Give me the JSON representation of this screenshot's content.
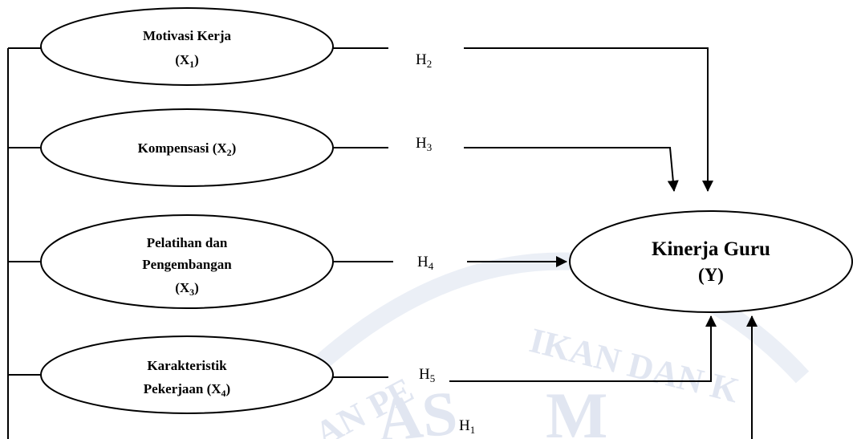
{
  "watermark": {
    "text_top": "IKAN DAN K",
    "text_mid": "AS",
    "text_mid2": "M",
    "text_left": "AN PE",
    "color": "#c9d3e6"
  },
  "nodes": {
    "x1": {
      "line1": "Motivasi Kerja",
      "line2_main": "(X",
      "line2_sub": "1",
      "line2_end": ")"
    },
    "x2": {
      "main": "Kompensasi (X",
      "sub": "2",
      "end": ")"
    },
    "x3": {
      "line1": "Pelatihan dan",
      "line2": "Pengembangan",
      "line3_main": "(X",
      "line3_sub": "3",
      "line3_end": ")"
    },
    "x4": {
      "line1": "Karakteristik",
      "line2_main": "Pekerjaan (X",
      "line2_sub": "4",
      "line2_end": ")"
    },
    "y": {
      "line1": "Kinerja Guru",
      "line2": "(Y)"
    }
  },
  "hypotheses": [
    {
      "main": "H",
      "sub": "2"
    },
    {
      "main": "H",
      "sub": "3"
    },
    {
      "main": "H",
      "sub": "4"
    },
    {
      "main": "H",
      "sub": "5"
    },
    {
      "main": "H",
      "sub": "1"
    }
  ],
  "colors": {
    "stroke": "#000000",
    "background": "#ffffff"
  }
}
